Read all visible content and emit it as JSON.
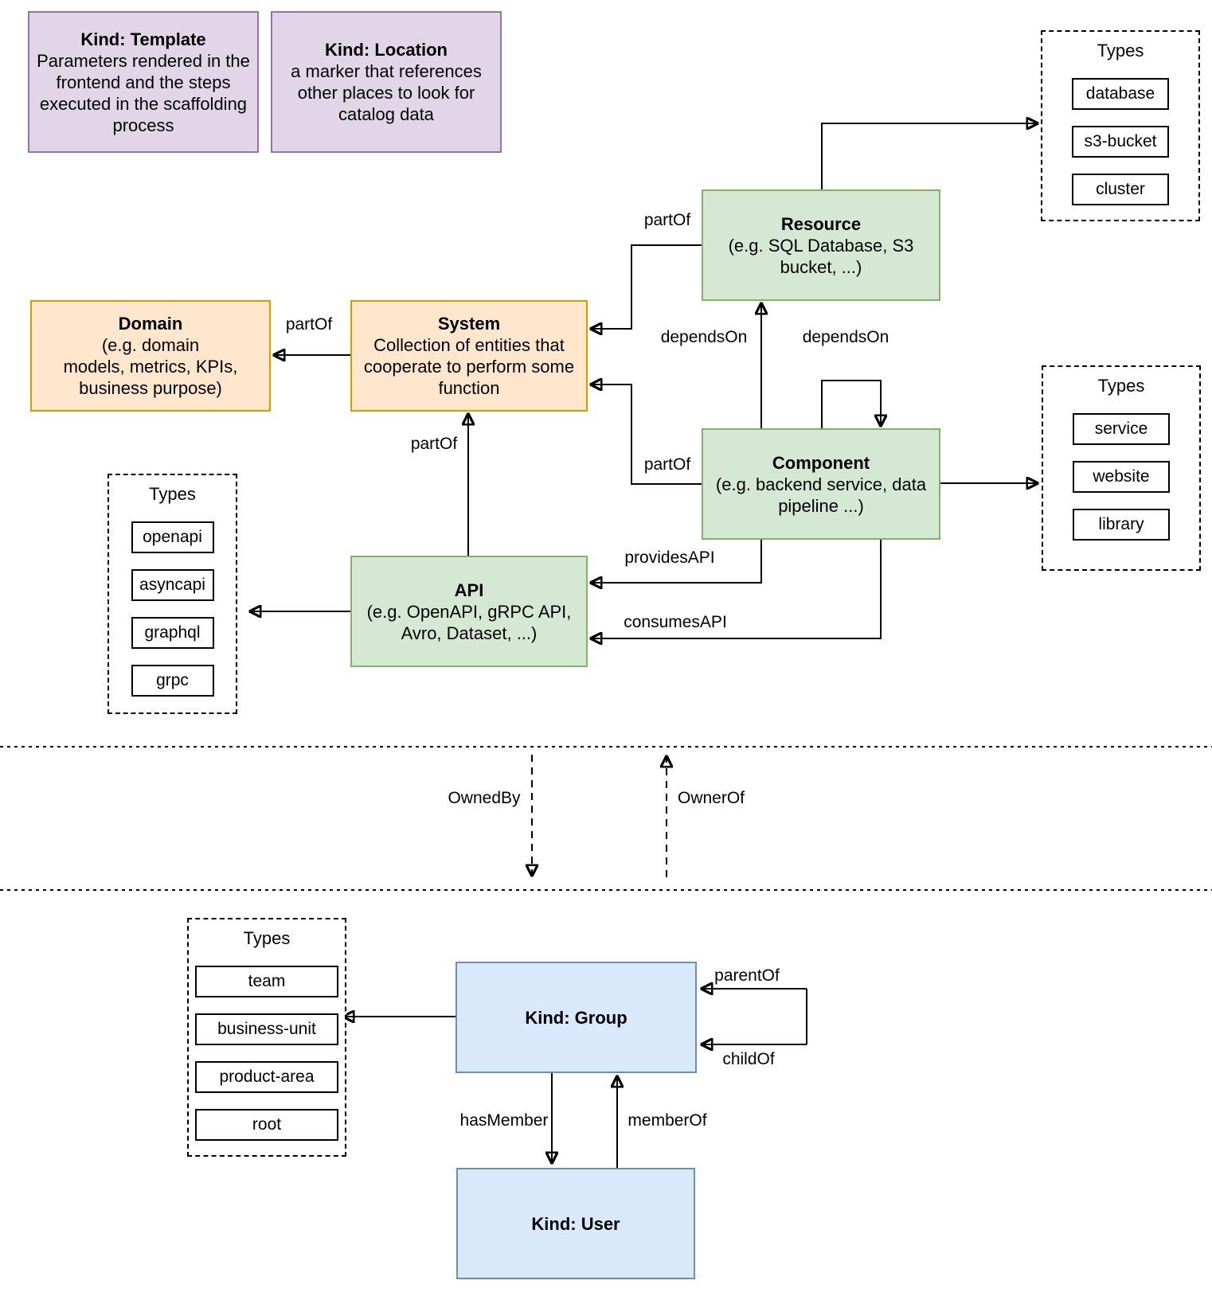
{
  "diagram": {
    "kind_template": {
      "title": "Kind: Template",
      "body": "Parameters rendered in the\nfrontend and the steps\nexecuted in  the scaffolding\nprocess"
    },
    "kind_location": {
      "title": "Kind: Location",
      "body": "a marker that references\nother places to look for\ncatalog data"
    },
    "resource": {
      "title": "Resource",
      "body": "(e.g. SQL Database, S3\nbucket, ...)"
    },
    "domain": {
      "title": "Domain",
      "body": "(e.g.  domain\nmodels, metrics, KPIs,\nbusiness purpose)"
    },
    "system": {
      "title": "System",
      "body": "Collection of entities that\ncooperate to perform some\nfunction"
    },
    "component": {
      "title": "Component",
      "body": "(e.g. backend service, data\npipeline ...)"
    },
    "api": {
      "title": "API",
      "body": "(e.g. OpenAPI, gRPC API,\nAvro, Dataset, ...)"
    },
    "group": {
      "title": "Kind: Group"
    },
    "user": {
      "title": "Kind: User"
    },
    "resource_types": {
      "header": "Types",
      "items": [
        "database",
        "s3-bucket",
        "cluster"
      ]
    },
    "component_types": {
      "header": "Types",
      "items": [
        "service",
        "website",
        "library"
      ]
    },
    "api_types": {
      "header": "Types",
      "items": [
        "openapi",
        "asyncapi",
        "graphql",
        "grpc"
      ]
    },
    "group_types": {
      "header": "Types",
      "items": [
        "team",
        "business-unit",
        "product-area",
        "root"
      ]
    },
    "edge_labels": {
      "resource_system_partof": "partOf",
      "system_domain_partof": "partOf",
      "component_resource_dependson": "dependsOn",
      "component_self_dependson": "dependsOn",
      "component_system_partof": "partOf",
      "api_system_partof": "partOf",
      "provides_api": "providesAPI",
      "consumes_api": "consumesAPI",
      "owned_by": "OwnedBy",
      "owner_of": "OwnerOf",
      "parent_of": "parentOf",
      "child_of": "childOf",
      "has_member": "hasMember",
      "member_of": "memberOf"
    },
    "colors": {
      "purple_fill": "#E1D5E7",
      "purple_stroke": "#9673A6",
      "green_fill": "#D5E8D4",
      "green_stroke": "#82B366",
      "orange_fill": "#FFE6CC",
      "orange_stroke": "#D79B00",
      "blue_fill": "#DAE8FC",
      "blue_stroke": "#6C8EBF",
      "line": "#000000",
      "background": "#FFFFFF"
    }
  }
}
